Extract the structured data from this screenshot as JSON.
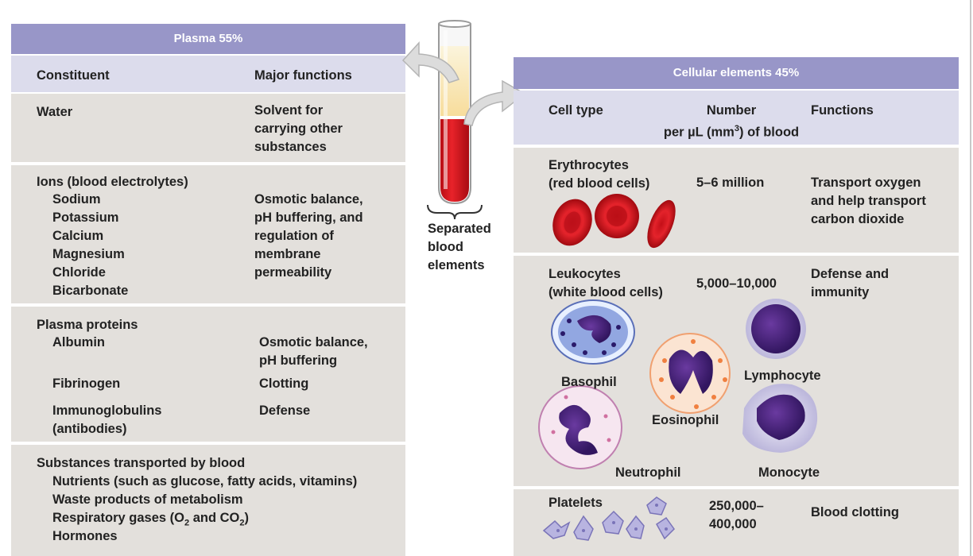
{
  "plasma": {
    "header": "Plasma 55%",
    "col_constituent": "Constituent",
    "col_functions": "Major functions",
    "water": {
      "name": "Water",
      "function": "Solvent for\ncarrying other\nsubstances"
    },
    "ions": {
      "title": "Ions (blood electrolytes)",
      "items": "Sodium\nPotassium\nCalcium\nMagnesium\nChloride\nBicarbonate",
      "function": "Osmotic balance,\npH buffering, and\nregulation of\nmembrane\npermeability"
    },
    "proteins": {
      "title": "Plasma proteins",
      "albumin": "Albumin",
      "albumin_function": "Osmotic balance,\npH buffering",
      "fibrinogen": "Fibrinogen",
      "fibrinogen_function": "Clotting",
      "immunoglobulins": "Immunoglobulins\n(antibodies)",
      "immunoglobulins_function": "Defense"
    },
    "transported": {
      "title": "Substances transported by blood",
      "item1": "Nutrients (such as glucose, fatty acids, vitamins)",
      "item2": "Waste products of metabolism",
      "item3_prefix": "Respiratory gases (O",
      "item3_sub1": "2",
      "item3_mid": " and CO",
      "item3_sub2": "2",
      "item3_suffix": ")",
      "item4": "Hormones"
    }
  },
  "tube": {
    "label": "Separated\nblood\nelements"
  },
  "cellular": {
    "header": "Cellular elements 45%",
    "col_type": "Cell type",
    "col_number_line1": "Number",
    "col_number_line2_prefix": "per µL (mm",
    "col_number_sup": "3",
    "col_number_line2_suffix": ") of blood",
    "col_functions": "Functions",
    "erythrocytes": {
      "name": "Erythrocytes\n(red blood cells)",
      "number": "5–6 million",
      "function": "Transport oxygen\nand help transport\ncarbon dioxide"
    },
    "leukocytes": {
      "name": "Leukocytes\n(white blood cells)",
      "number": "5,000–10,000",
      "function": "Defense and\nimmunity",
      "basophil": "Basophil",
      "lymphocyte": "Lymphocyte",
      "eosinophil": "Eosinophil",
      "neutrophil": "Neutrophil",
      "monocyte": "Monocyte"
    },
    "platelets": {
      "name": "Platelets",
      "number": "250,000–\n400,000",
      "function": "Blood clotting"
    }
  },
  "colors": {
    "header": "#9896c8",
    "subheader": "#dcdcec",
    "row": "#e3e0dc",
    "blood": "#d8141c"
  }
}
